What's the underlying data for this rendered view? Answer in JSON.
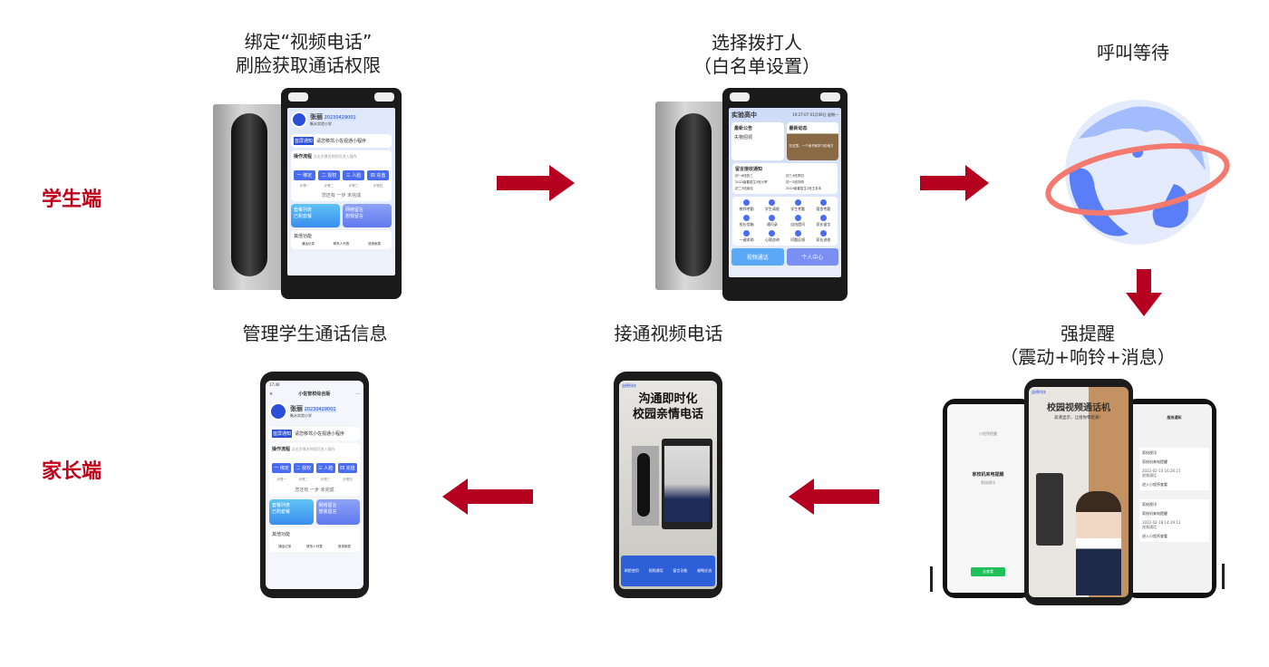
{
  "labels": {
    "student": "学生端",
    "parent": "家长端"
  },
  "steps": {
    "s1": [
      "绑定“视频电话”",
      "刷脸获取通话权限"
    ],
    "s2": [
      "选择拨打人",
      "（白名单设置）"
    ],
    "s3": "呼叫等待",
    "s4": [
      "强提醒",
      "（震动+响铃+消息）"
    ],
    "s5": "接通视频电话",
    "s6": "管理学生通话信息"
  },
  "colors": {
    "accent": "#c0001a",
    "arrow": "#b5001f",
    "blue": "#4a6cf0"
  },
  "app1": {
    "name": "张丽",
    "id": "20230429001",
    "school": "衡水实验小学",
    "banner_tag": "首屏通知",
    "banner": "请您移驾小佐视通小程序",
    "flow_title": "操作流程",
    "flow_hint": "点击步骤名称即可进入操作",
    "steps": [
      "一 绑定",
      "二 授权",
      "三 人脸",
      "四 充值"
    ],
    "step_labels": [
      "步骤一",
      "步骤二",
      "步骤三",
      "步骤四"
    ],
    "remaining": "您还有 一步 未完成",
    "features": [
      {
        "t": "套餐列表",
        "s": "已购套餐"
      },
      {
        "t": "网络留言",
        "s": "想我留言"
      }
    ],
    "other": "其他功能",
    "other_items": [
      "通话记录",
      "联系人列表",
      "邀请家属"
    ]
  },
  "app2": {
    "school": "实验高中",
    "time": "19:27:07",
    "date": "01月06日 星期一",
    "notice": "最新公告",
    "news": "最新动态",
    "notice_title": "失物招领",
    "news_caption": "在这里，一个读书和学习的地方",
    "msg_title": "留言接收通知",
    "msgs": [
      "初一6班张三",
      "初三4班李四",
      "2023级春招生3班小罗",
      "初一2班刘明",
      "初二3班吴佳",
      "2023级春招生2班王本本"
    ],
    "grid": [
      "教师考勤",
      "学生请假",
      "学生考勤",
      "宿舍考勤",
      "校长信箱",
      "通讯录",
      "自由提问",
      "家长留言",
      "一键求助",
      "心理咨询",
      "问题反馈",
      "家长进校"
    ],
    "video_call": "视频通话",
    "profile": "个人中心"
  },
  "parent_app": {
    "status_time": "17:40",
    "title": "小佐智校综合版",
    "close": "×",
    "more": "···"
  },
  "call_phone": {
    "brand": "益德科技",
    "headline": [
      "沟通即时化",
      "校园亲情电话"
    ],
    "actions": [
      "刷脸使用",
      "视频通话",
      "留言功能",
      "顺畅交流"
    ]
  },
  "alert_phones": {
    "left": {
      "label": "小程序提醒",
      "title": "家校机来电提醒",
      "sub": "家校视讯",
      "btn": "去查看"
    },
    "center": {
      "brand": "益德科技",
      "title": "校园视频通话机",
      "sub": "高清显示，让接你零距离！"
    },
    "right": {
      "title": "服务通知",
      "sender": "家校视讯",
      "card_title": "家校机来电提醒",
      "time1": "2022-02-10 16:26:21",
      "time2": "2022-02-18 14:29:12",
      "type": "视频通话",
      "enter": "进入小程序查看"
    }
  }
}
